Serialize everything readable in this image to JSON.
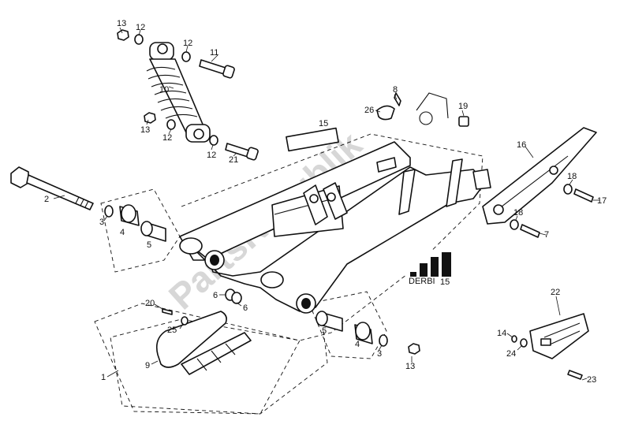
{
  "watermark": {
    "text": "PartsRepublik"
  },
  "badge": {
    "logo_text": "DERBI"
  },
  "callouts": [
    {
      "id": "c13a",
      "label": "13"
    },
    {
      "id": "c12a",
      "label": "12"
    },
    {
      "id": "c12b",
      "label": "12"
    },
    {
      "id": "c11",
      "label": "11"
    },
    {
      "id": "c10",
      "label": "10"
    },
    {
      "id": "c13b",
      "label": "13"
    },
    {
      "id": "c12c",
      "label": "12"
    },
    {
      "id": "c12d",
      "label": "12"
    },
    {
      "id": "c21",
      "label": "21"
    },
    {
      "id": "c15a",
      "label": "15"
    },
    {
      "id": "c8",
      "label": "8"
    },
    {
      "id": "c26",
      "label": "26"
    },
    {
      "id": "c19",
      "label": "19"
    },
    {
      "id": "c16",
      "label": "16"
    },
    {
      "id": "c18a",
      "label": "18"
    },
    {
      "id": "c17",
      "label": "17"
    },
    {
      "id": "c18b",
      "label": "18"
    },
    {
      "id": "c7",
      "label": "7"
    },
    {
      "id": "c2",
      "label": "2"
    },
    {
      "id": "c3a",
      "label": "3"
    },
    {
      "id": "c4a",
      "label": "4"
    },
    {
      "id": "c5a",
      "label": "5"
    },
    {
      "id": "c6a",
      "label": "6"
    },
    {
      "id": "c6b",
      "label": "6"
    },
    {
      "id": "c20",
      "label": "20"
    },
    {
      "id": "c25",
      "label": "25"
    },
    {
      "id": "c1",
      "label": "1"
    },
    {
      "id": "c9",
      "label": "9"
    },
    {
      "id": "c5b",
      "label": "5"
    },
    {
      "id": "c4b",
      "label": "4"
    },
    {
      "id": "c3b",
      "label": "3"
    },
    {
      "id": "c13c",
      "label": "13"
    },
    {
      "id": "c15b",
      "label": "15"
    },
    {
      "id": "c22",
      "label": "22"
    },
    {
      "id": "c14",
      "label": "14"
    },
    {
      "id": "c24",
      "label": "24"
    },
    {
      "id": "c23",
      "label": "23"
    }
  ]
}
